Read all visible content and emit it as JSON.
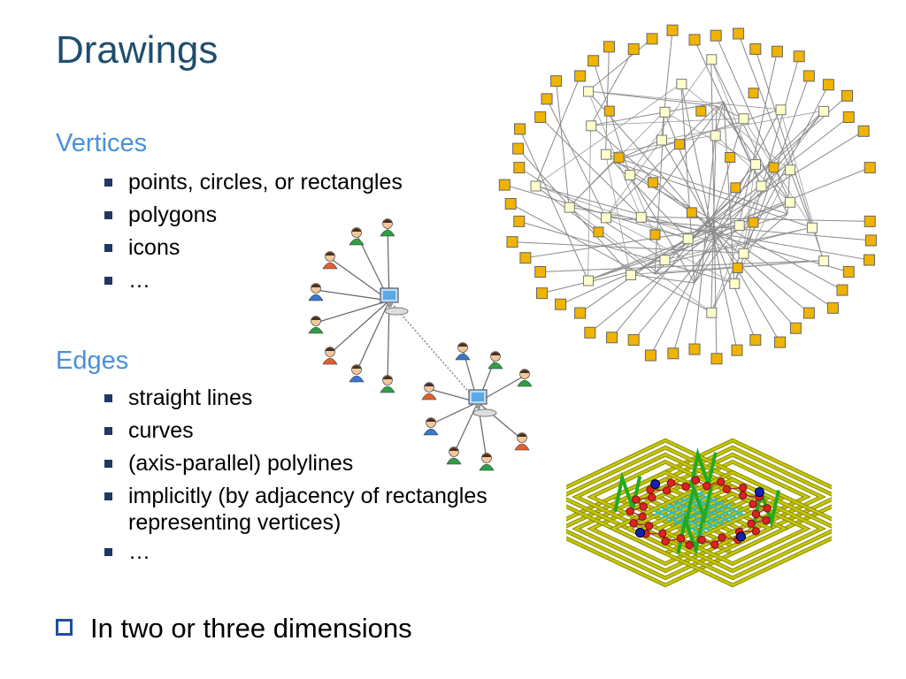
{
  "slide": {
    "title": "Drawings",
    "vertices": {
      "heading": "Vertices",
      "items": [
        "points, circles, or rectangles",
        "polygons",
        "icons",
        "…"
      ]
    },
    "edges": {
      "heading": "Edges",
      "items": [
        "straight lines",
        "curves",
        "(axis-parallel) polylines",
        "implicitly (by adjacency of rectangles representing vertices)",
        "…"
      ]
    },
    "footer": "In two or three dimensions"
  },
  "colors": {
    "title": "#1f4e6e",
    "heading": "#4a90d9",
    "bullet": "#1f3864",
    "square_outer": "#f0b400",
    "square_inner": "#ffffcc",
    "grid_yellow": "#c8c800",
    "grid_green": "#22aa22",
    "grid_teal": "#33bbbb",
    "node_red": "#dd2222",
    "node_blue": "#1122bb"
  },
  "illustrations": {
    "icon_network": "network-of-person-icons-and-computers",
    "square_graph": "radial-graph-of-square-nodes",
    "three_d_drawing": "3d-orthogonal-grid-drawing"
  }
}
